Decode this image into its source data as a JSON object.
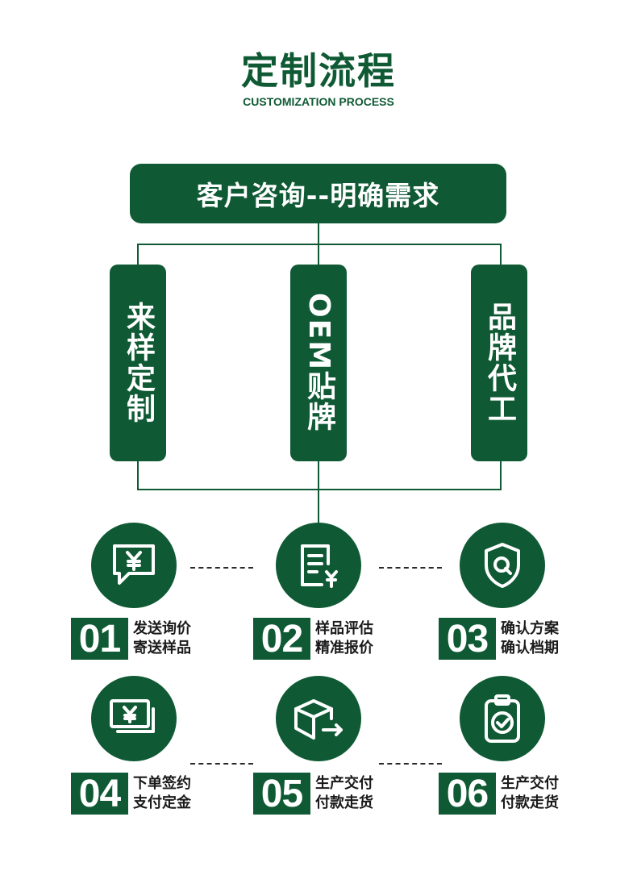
{
  "header": {
    "title": "定制流程",
    "subtitle": "CUSTOMIZATION PROCESS"
  },
  "top_box": {
    "label": "客户咨询--明确需求"
  },
  "branches": [
    {
      "label": "来样定制"
    },
    {
      "label": "OEM贴牌"
    },
    {
      "label": "品牌代工"
    }
  ],
  "steps": [
    {
      "number": "01",
      "line1": "发送询价",
      "line2": "寄送样品",
      "icon": "yen-chat-bubble-icon"
    },
    {
      "number": "02",
      "line1": "样品评估",
      "line2": "精准报价",
      "icon": "document-yen-icon"
    },
    {
      "number": "03",
      "line1": "确认方案",
      "line2": "确认档期",
      "icon": "shield-search-icon"
    },
    {
      "number": "04",
      "line1": "下单签约",
      "line2": "支付定金",
      "icon": "payment-card-icon"
    },
    {
      "number": "05",
      "line1": "生产交付",
      "line2": "付款走货",
      "icon": "box-delivery-icon"
    },
    {
      "number": "06",
      "line1": "生产交付",
      "line2": "付款走货",
      "icon": "clipboard-check-icon"
    }
  ],
  "colors": {
    "brand": "#0f5a34",
    "text": "#1a1a1a"
  }
}
